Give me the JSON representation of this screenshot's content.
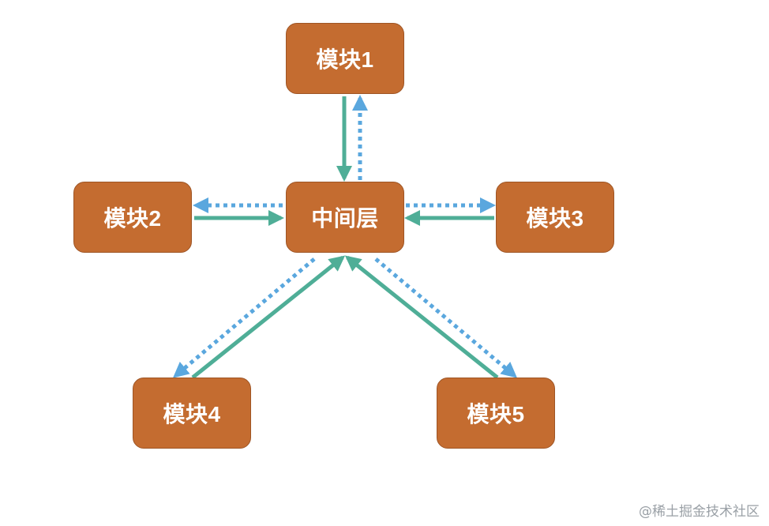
{
  "nodes": {
    "module1": "模块1",
    "module2": "模块2",
    "module3": "模块3",
    "module4": "模块4",
    "module5": "模块5",
    "center": "中间层"
  },
  "colors": {
    "node_fill": "#C46C30",
    "solid_arrow": "#4FAE97",
    "dotted_arrow": "#5AA7DE"
  },
  "watermark": "@稀土掘金技术社区"
}
